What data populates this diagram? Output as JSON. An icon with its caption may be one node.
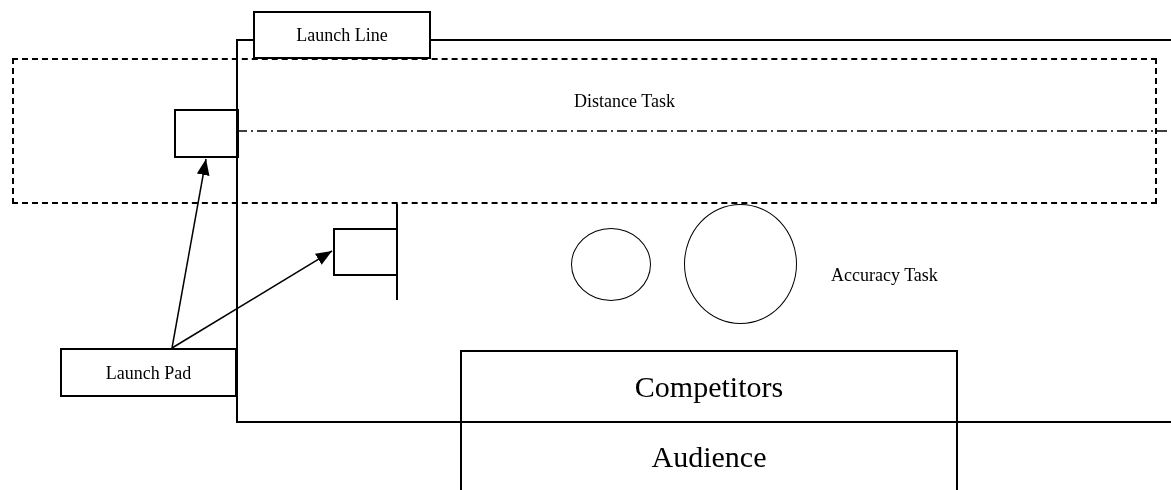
{
  "diagram": {
    "nodes": [
      {
        "text": [
          "Launch Line"
        ]
      },
      {
        "text": [
          "Distance Task"
        ]
      },
      {
        "text": [],
        "shape": "box",
        "in": 1
      },
      {
        "text": [],
        "shape": "box"
      },
      {
        "text": [],
        "shape": "circle"
      },
      {
        "text": [],
        "shape": "circle"
      },
      {
        "text": [
          "Launch Pad"
        ]
      },
      {
        "text": [
          "Competitors"
        ]
      },
      {
        "text": [
          "Audience"
        ]
      }
    ],
    "edges": [
      {
        "from": 6,
        "to": 2,
        "arrow": "to"
      },
      {
        "from": 6,
        "to": 3,
        "arrow": "to"
      }
    ],
    "labels": [
      "Accuracy Task"
    ]
  }
}
